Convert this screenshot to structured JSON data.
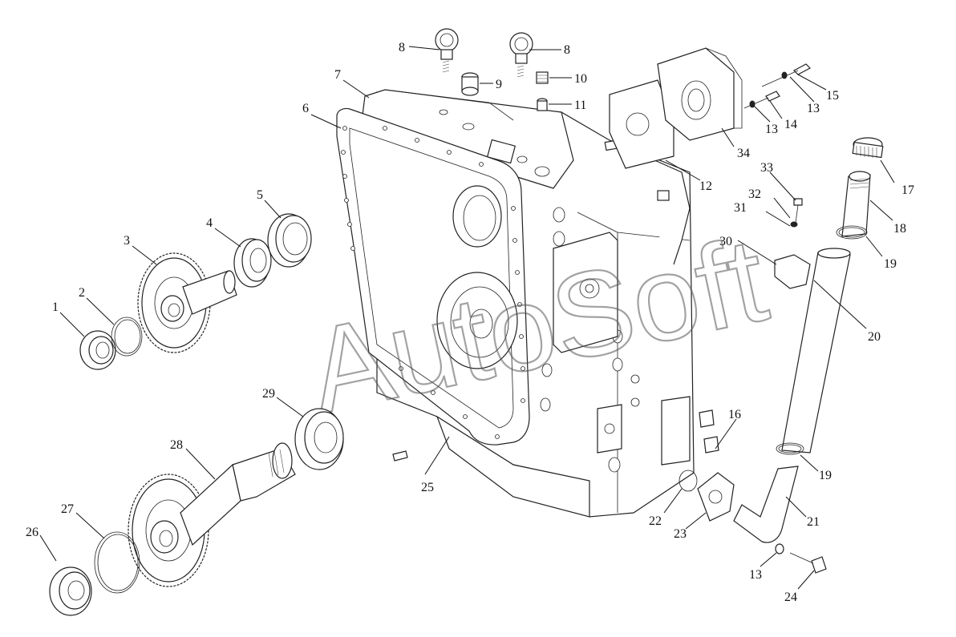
{
  "watermark": "AutoSoft",
  "callouts": [
    {
      "id": "1",
      "text": "1"
    },
    {
      "id": "2",
      "text": "2"
    },
    {
      "id": "3",
      "text": "3"
    },
    {
      "id": "4",
      "text": "4"
    },
    {
      "id": "5",
      "text": "5"
    },
    {
      "id": "6",
      "text": "6"
    },
    {
      "id": "7",
      "text": "7"
    },
    {
      "id": "8a",
      "text": "8"
    },
    {
      "id": "8b",
      "text": "8"
    },
    {
      "id": "9",
      "text": "9"
    },
    {
      "id": "10",
      "text": "10"
    },
    {
      "id": "11",
      "text": "11"
    },
    {
      "id": "12",
      "text": "12"
    },
    {
      "id": "13a",
      "text": "13"
    },
    {
      "id": "13b",
      "text": "13"
    },
    {
      "id": "13c",
      "text": "13"
    },
    {
      "id": "14",
      "text": "14"
    },
    {
      "id": "15",
      "text": "15"
    },
    {
      "id": "16",
      "text": "16"
    },
    {
      "id": "17",
      "text": "17"
    },
    {
      "id": "18",
      "text": "18"
    },
    {
      "id": "19a",
      "text": "19"
    },
    {
      "id": "19b",
      "text": "19"
    },
    {
      "id": "20",
      "text": "20"
    },
    {
      "id": "21",
      "text": "21"
    },
    {
      "id": "22",
      "text": "22"
    },
    {
      "id": "23",
      "text": "23"
    },
    {
      "id": "24",
      "text": "24"
    },
    {
      "id": "25",
      "text": "25"
    },
    {
      "id": "26",
      "text": "26"
    },
    {
      "id": "27",
      "text": "27"
    },
    {
      "id": "28",
      "text": "28"
    },
    {
      "id": "29",
      "text": "29"
    },
    {
      "id": "30",
      "text": "30"
    },
    {
      "id": "31",
      "text": "31"
    },
    {
      "id": "32",
      "text": "32"
    },
    {
      "id": "33",
      "text": "33"
    },
    {
      "id": "34",
      "text": "34"
    }
  ]
}
